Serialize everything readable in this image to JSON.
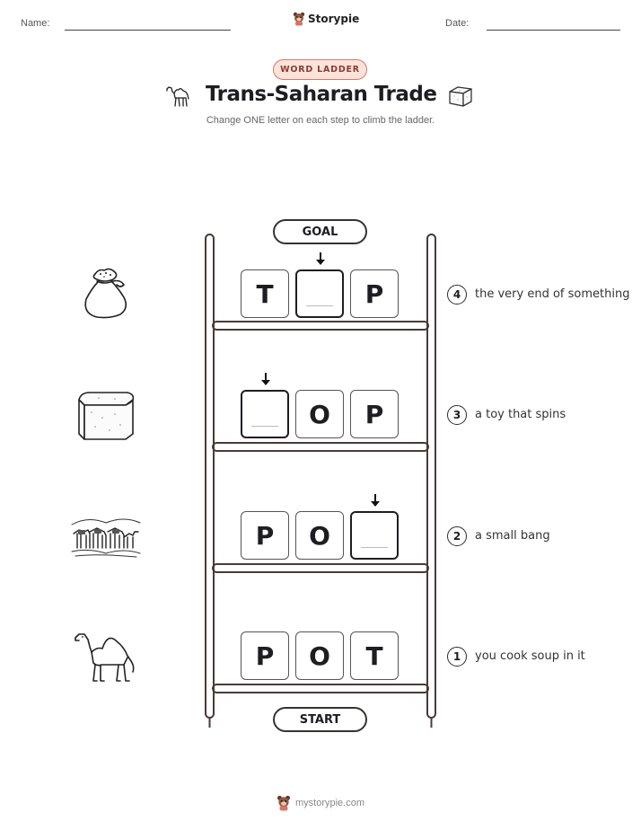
{
  "header": {
    "name_label": "Name:",
    "date_label": "Date:",
    "brand": "Storypie"
  },
  "badge": "WORD LADDER",
  "title": "Trans-Saharan Trade",
  "subtitle": "Change ONE letter on each step to climb the ladder.",
  "ladder": {
    "goal_label": "GOAL",
    "start_label": "START",
    "rungs": [
      {
        "step": "4",
        "clue": "the very end of something",
        "letters": [
          "T",
          "",
          "P"
        ],
        "picture": "pouch-icon"
      },
      {
        "step": "3",
        "clue": "a toy that spins",
        "letters": [
          "",
          "O",
          "P"
        ],
        "picture": "sugar-cube-icon"
      },
      {
        "step": "2",
        "clue": "a small bang",
        "letters": [
          "P",
          "O",
          ""
        ],
        "picture": "caravan-icon"
      },
      {
        "step": "1",
        "clue": "you cook soup in it",
        "letters": [
          "P",
          "O",
          "T"
        ],
        "picture": "camel-icon"
      }
    ]
  },
  "footer": "mystorypie.com"
}
